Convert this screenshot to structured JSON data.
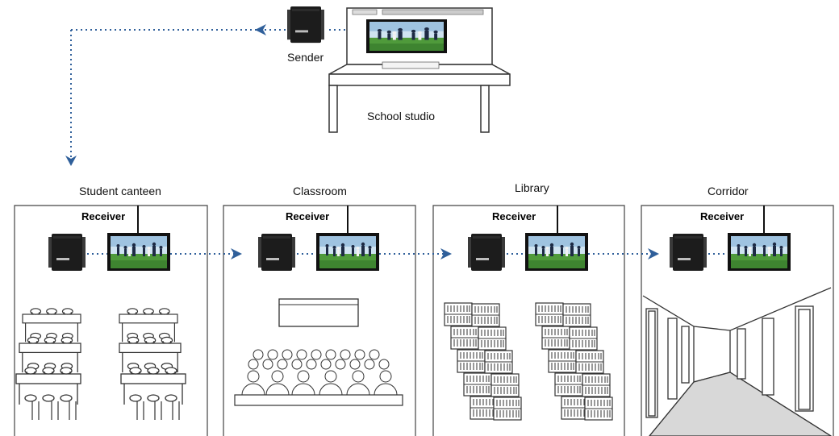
{
  "studio": {
    "sender_label": "Sender",
    "studio_label": "School studio"
  },
  "rooms": [
    {
      "name": "Student canteen",
      "receiver_label": "Receiver"
    },
    {
      "name": "Classroom",
      "receiver_label": "Receiver"
    },
    {
      "name": "Library",
      "receiver_label": "Receiver"
    },
    {
      "name": "Corridor",
      "receiver_label": "Receiver"
    }
  ],
  "colors": {
    "link_dots": "#2f5f9a",
    "device_body": "#1c1c1c",
    "screen_grass": "#4f9a3b",
    "outline": "#222222"
  },
  "icons": [
    "sender-device-icon",
    "receiver-device-icon",
    "monitor-icon",
    "desk-icon",
    "keyboard-icon",
    "tables-icon",
    "audience-icon",
    "bookshelf-icon",
    "corridor-icon"
  ]
}
